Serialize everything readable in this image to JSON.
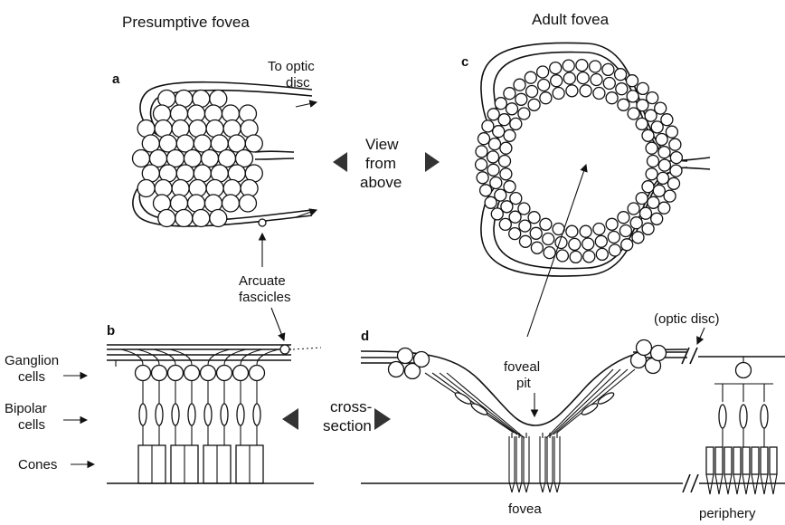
{
  "headings": {
    "left": "Presumptive fovea",
    "right": "Adult fovea"
  },
  "panels": {
    "a": "a",
    "b": "b",
    "c": "c",
    "d": "d"
  },
  "labels": {
    "to_optic_disc_1": "To optic",
    "to_optic_disc_2": "disc",
    "view_1": "View",
    "view_2": "from",
    "view_3": "above",
    "arcuate_1": "Arcuate",
    "arcuate_2": "fascicles",
    "optic_disc": "(optic disc)",
    "ganglion_1": "Ganglion",
    "ganglion_2": "cells",
    "bipolar_1": "Bipolar",
    "bipolar_2": "cells",
    "cones": "Cones",
    "cross_1": "cross-",
    "cross_2": "section",
    "foveal_1": "foveal",
    "foveal_2": "pit",
    "fovea": "fovea",
    "periphery": "periphery"
  }
}
